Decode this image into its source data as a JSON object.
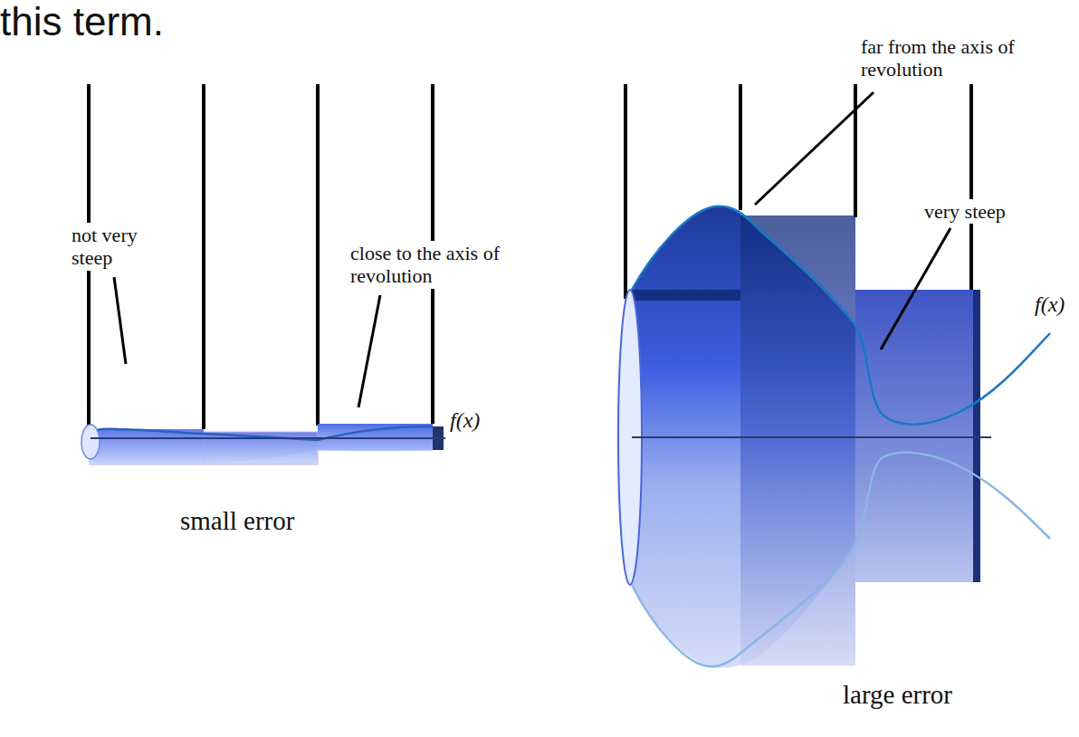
{
  "diagram": {
    "labels": [
      "this term.",
      "not very steep",
      "close to the axis of revolution",
      "f(x)",
      "small error",
      "far from the axis of revolution",
      "very steep",
      "f(x)",
      "large error"
    ]
  }
}
